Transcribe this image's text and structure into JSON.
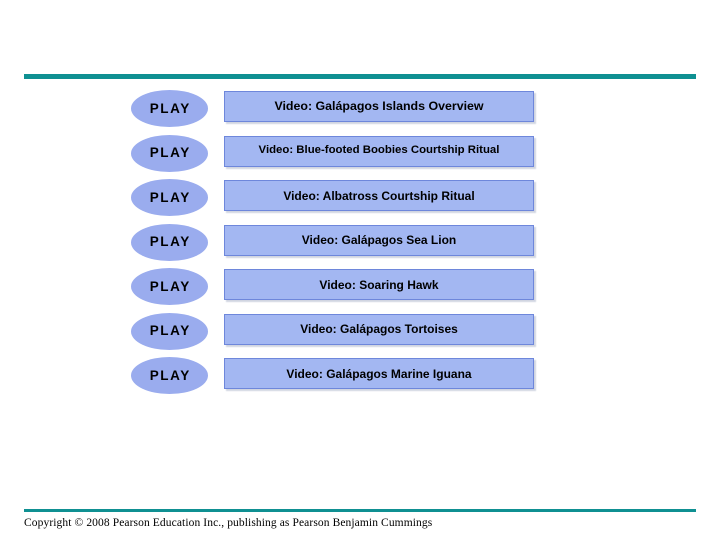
{
  "slide": {
    "background_color": "#FFFFFF",
    "accent_color": "#0F9092",
    "button_fill_color": "#9AACEE",
    "plaque_fill_color": "#A3B7F2",
    "plaque_border_color": "#6E87DB"
  },
  "videos": [
    {
      "play_label": "PLAY",
      "title": "Video: Galápagos Islands Overview"
    },
    {
      "play_label": "PLAY",
      "title": "Video: Blue-footed Boobies Courtship Ritual"
    },
    {
      "play_label": "PLAY",
      "title": "Video: Albatross Courtship Ritual"
    },
    {
      "play_label": "PLAY",
      "title": "Video: Galápagos Sea Lion"
    },
    {
      "play_label": "PLAY",
      "title": "Video: Soaring Hawk"
    },
    {
      "play_label": "PLAY",
      "title": "Video: Galápagos Tortoises"
    },
    {
      "play_label": "PLAY",
      "title": "Video: Galápagos Marine Iguana"
    }
  ],
  "footer": {
    "copyright": "Copyright © 2008 Pearson Education Inc., publishing as Pearson Benjamin Cummings"
  }
}
